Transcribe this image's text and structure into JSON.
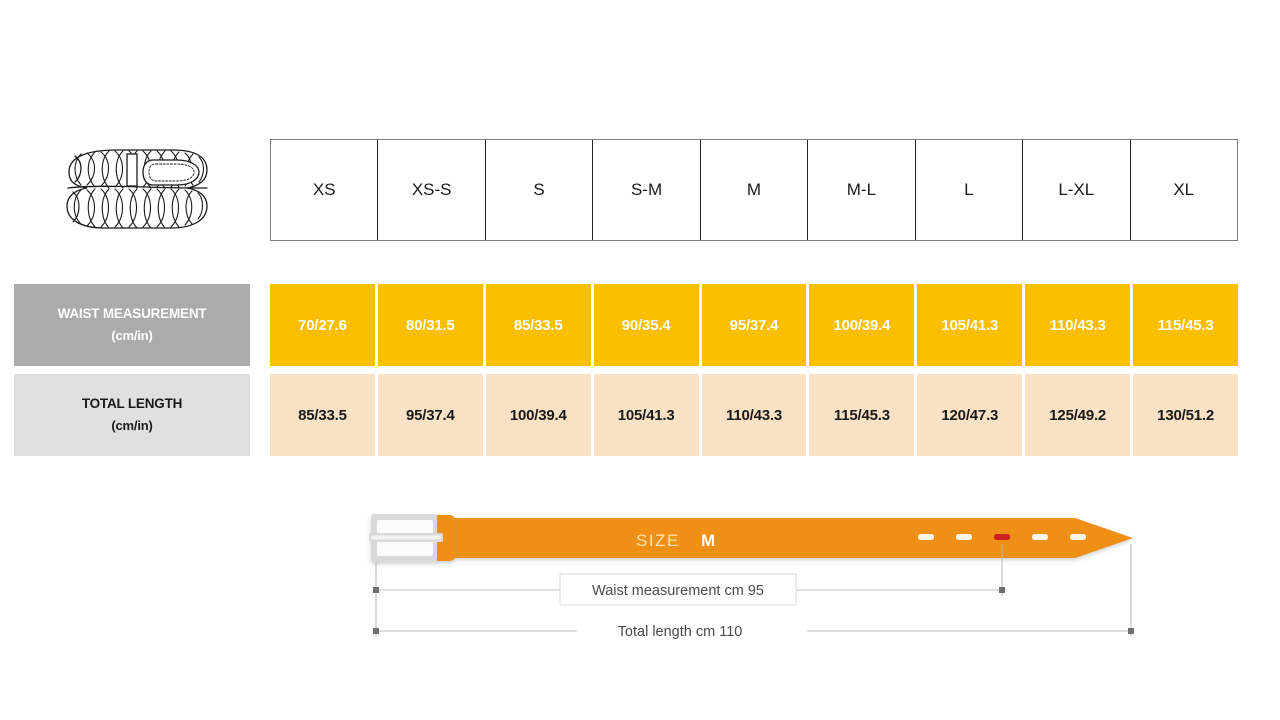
{
  "product": {
    "icon_name": "braided-belt-illustration"
  },
  "size_table": {
    "sizes": [
      "XS",
      "XS-S",
      "S",
      "S-M",
      "M",
      "M-L",
      "L",
      "L-XL",
      "XL"
    ],
    "rows": [
      {
        "id": "waist",
        "label": "WAIST MEASUREMENT",
        "unit": "(cm/in)",
        "label_bg": "#ababab",
        "label_color": "#ffffff",
        "cell_bg": "#fcbf00",
        "cell_color": "#ffffff",
        "values": [
          "70/27.6",
          "80/31.5",
          "85/33.5",
          "90/35.4",
          "95/37.4",
          "100/39.4",
          "105/41.3",
          "110/43.3",
          "115/45.3"
        ]
      },
      {
        "id": "length",
        "label": "TOTAL LENGTH",
        "unit": "(cm/in)",
        "label_bg": "#e0e0e0",
        "label_color": "#1a1a1a",
        "cell_bg": "#fce2c4",
        "cell_color": "#1a1a1a",
        "values": [
          "85/33.5",
          "95/37.4",
          "100/39.4",
          "105/41.3",
          "110/43.3",
          "115/45.3",
          "120/47.3",
          "125/49.2",
          "130/51.2"
        ]
      }
    ]
  },
  "belt_diagram": {
    "size_word": "SIZE",
    "size_value": "M",
    "waist_label": "Waist measurement cm 95",
    "length_label": "Total length cm 110",
    "belt_color": "#ef8f12",
    "buckle_color": "#d9d9d9",
    "active_hole_color": "#cc2222",
    "hole_color": "#fdf6e8",
    "hole_count": 5,
    "active_hole_index": 3
  }
}
